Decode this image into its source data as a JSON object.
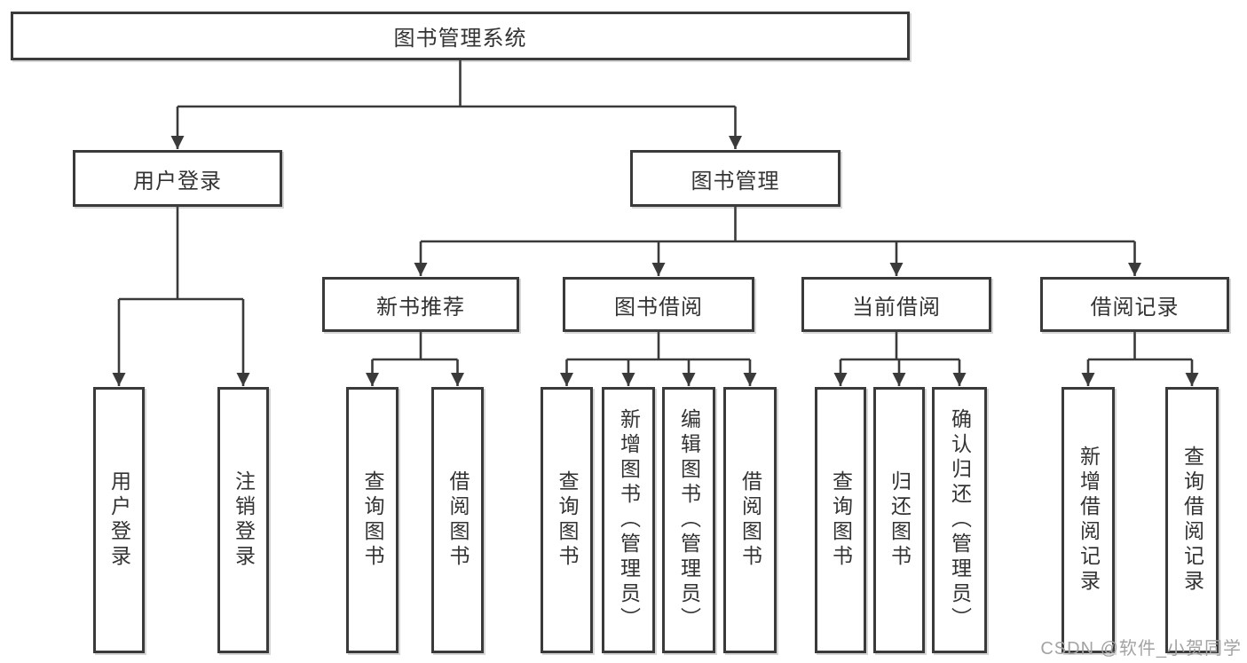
{
  "diagram": {
    "root": {
      "label": "图书管理系统"
    },
    "level2": [
      {
        "label": "用户登录"
      },
      {
        "label": "图书管理"
      }
    ],
    "level3": [
      {
        "label": "新书推荐"
      },
      {
        "label": "图书借阅"
      },
      {
        "label": "当前借阅"
      },
      {
        "label": "借阅记录"
      }
    ],
    "leaves": {
      "user_login": [
        {
          "label": "用户登录"
        },
        {
          "label": "注销登录"
        }
      ],
      "new_books": [
        {
          "label": "查询图书"
        },
        {
          "label": "借阅图书"
        }
      ],
      "book_borrow": [
        {
          "label": "查询图书"
        },
        {
          "label": "新增图书（管理员）"
        },
        {
          "label": "编辑图书（管理员）"
        },
        {
          "label": "借阅图书"
        }
      ],
      "current_borrow": [
        {
          "label": "查询图书"
        },
        {
          "label": "归还图书"
        },
        {
          "label": "确认归还（管理员）"
        }
      ],
      "borrow_records": [
        {
          "label": "新增借阅记录"
        },
        {
          "label": "查询借阅记录"
        }
      ]
    },
    "colors": {
      "line": "#3a3a3a",
      "box_border": "#3a3a3a",
      "text": "#333333",
      "watermark": "#a3a3a3"
    },
    "watermark": "CSDN @软件_小贺同学"
  }
}
